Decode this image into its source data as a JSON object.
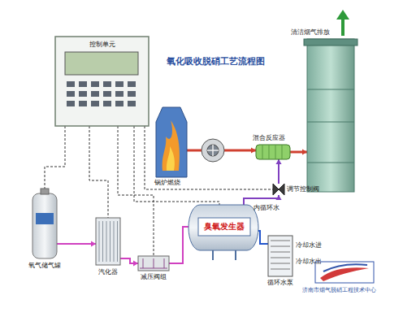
{
  "diagram": {
    "title": "氧化吸收脱硝工艺流程图",
    "nodes": [
      {
        "text": [
          "控制单元"
        ]
      },
      {
        "text": [
          "锅炉燃烧"
        ]
      },
      {
        "text": [
          "混合反应器"
        ]
      },
      {
        "text": [
          "清洁烟气排放"
        ]
      },
      {
        "text": [
          "调节控制阀"
        ]
      },
      {
        "text": [
          "氧气储气罐"
        ]
      },
      {
        "text": [
          "汽化器"
        ]
      },
      {
        "text": [
          "减压阀组"
        ]
      },
      {
        "text": [
          "臭氧发生器"
        ]
      },
      {
        "text": [
          "循环水泵"
        ]
      }
    ],
    "edges": [
      {
        "from": 1,
        "to": 2,
        "arrow": "to"
      },
      {
        "from": 2,
        "to": 3,
        "arrow": "to"
      },
      {
        "from": 5,
        "to": 6,
        "arrow": "to"
      },
      {
        "from": 6,
        "to": 7,
        "arrow": "to"
      },
      {
        "from": 7,
        "to": 8,
        "arrow": "to"
      },
      {
        "from": 8,
        "to": 4,
        "arrow": "to"
      },
      {
        "from": 4,
        "to": 2,
        "arrow": "to"
      },
      {
        "from": 8,
        "to": 9,
        "arrow": "none"
      },
      {
        "from": 0,
        "to": 5,
        "arrow": "none"
      },
      {
        "from": 0,
        "to": 6,
        "arrow": "none"
      },
      {
        "from": 0,
        "to": 7,
        "arrow": "none"
      },
      {
        "from": 0,
        "to": 8,
        "arrow": "none"
      },
      {
        "from": 0,
        "to": 4,
        "arrow": "none"
      }
    ],
    "labels": [
      "内循环水",
      "冷却水进",
      "冷却水出",
      "济南市烟气脱硝工程技术中心"
    ]
  }
}
